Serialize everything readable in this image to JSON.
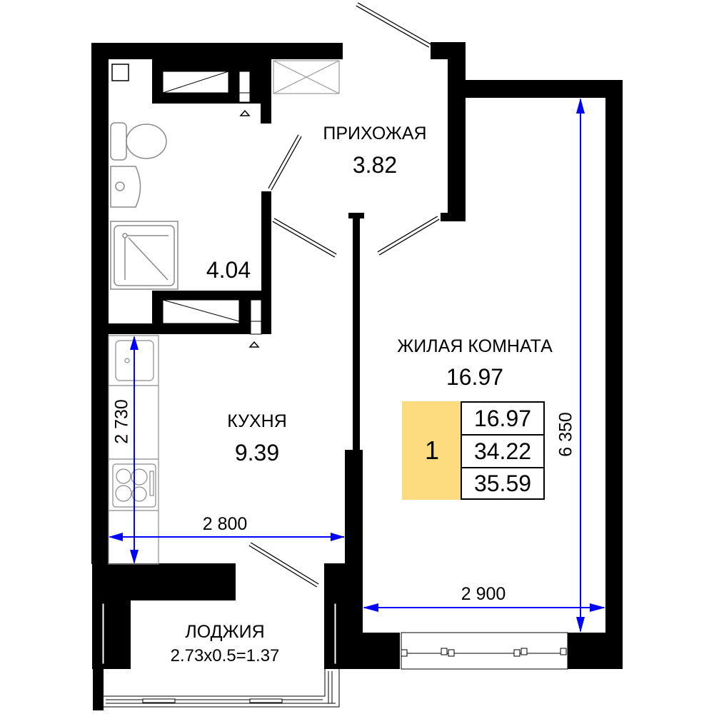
{
  "rooms": {
    "hallway": {
      "name": "ПРИХОЖАЯ",
      "area": "3.82"
    },
    "bathroom": {
      "area": "4.04"
    },
    "kitchen": {
      "name": "КУХНЯ",
      "area": "9.39"
    },
    "living": {
      "name": "ЖИЛАЯ КОМНАТА",
      "area": "16.97"
    },
    "loggia": {
      "name": "ЛОДЖИЯ",
      "area": "2.73x0.5=1.37"
    }
  },
  "dimensions": {
    "kitchen_height": "2 730",
    "kitchen_width": "2 800",
    "living_height": "6 350",
    "living_width": "2 900"
  },
  "summary": {
    "rooms_count": "1",
    "living_area": "16.97",
    "total_area": "34.22",
    "total_with_loggia": "35.59"
  },
  "colors": {
    "walls": "#000000",
    "dimension": "#0000ff",
    "badge": "#fcdc7e",
    "fixtures": "#8a8a8a"
  }
}
